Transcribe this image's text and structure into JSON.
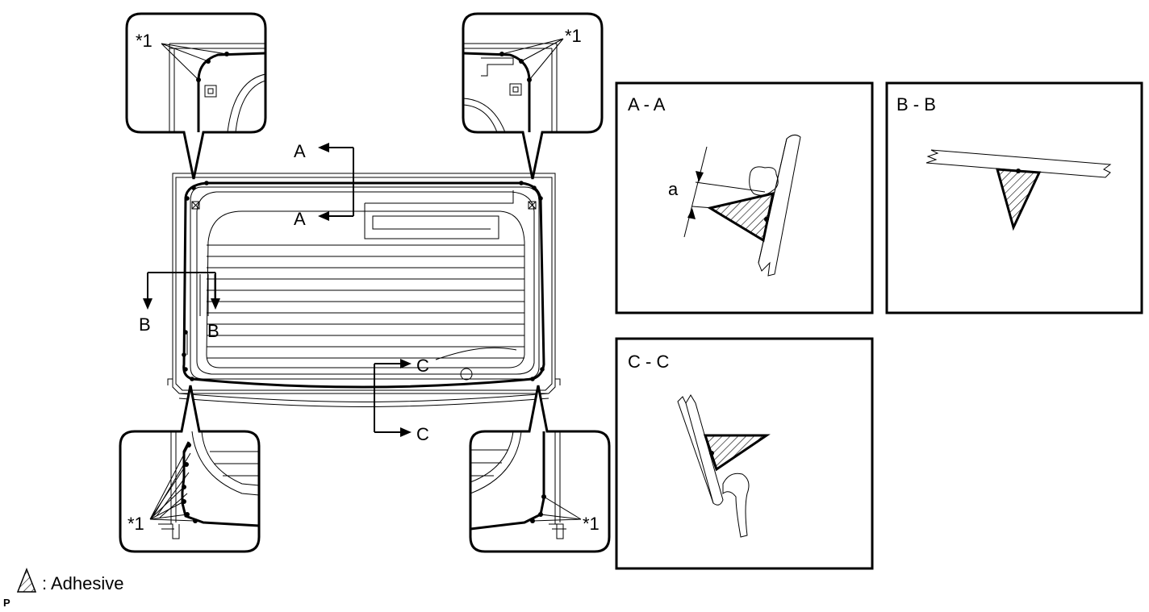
{
  "diagram": {
    "callout_marker": "*1",
    "section_letters": {
      "a": "A",
      "b": "B",
      "c": "C"
    },
    "dimension_label": "a",
    "sections": {
      "aa": "A - A",
      "bb": "B - B",
      "cc": "C - C"
    },
    "legend": {
      "symbol_note": "P",
      "text": ": Adhesive"
    }
  },
  "icons": [
    "adhesive-hatched-triangle-icon",
    "section-arrow-icon",
    "bead-dot-icon"
  ],
  "colors": {
    "ink": "#000000",
    "background": "#ffffff"
  }
}
